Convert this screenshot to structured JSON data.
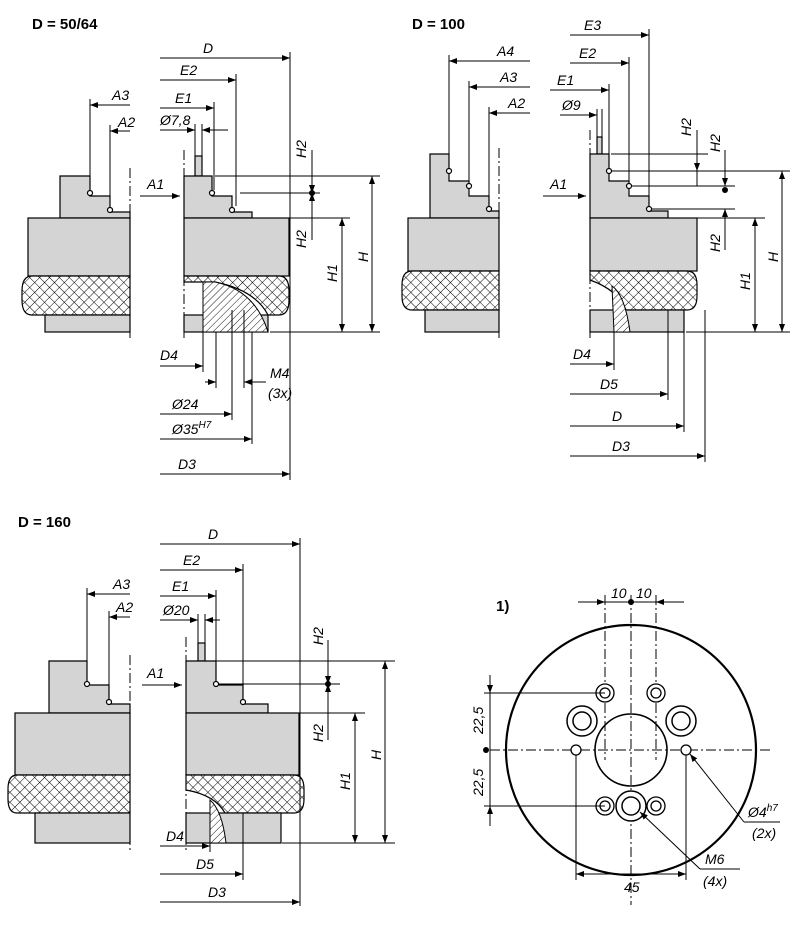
{
  "views": {
    "d50_64": {
      "title": "D = 50/64",
      "labels": {
        "D": "D",
        "E2": "E2",
        "E1": "E1",
        "dia_pin": "Ø7,8",
        "A3": "A3",
        "A2": "A2",
        "A1": "A1",
        "H2_top": "H2",
        "H2_bottom": "H2",
        "H1": "H1",
        "H": "H",
        "D4": "D4",
        "M4": "M4",
        "M4_count": "(3x)",
        "dia24": "Ø24",
        "dia35": "Ø35",
        "dia35_tol": "H7",
        "D3": "D3"
      }
    },
    "d100": {
      "title": "D = 100",
      "labels": {
        "E3": "E3",
        "A4": "A4",
        "E2": "E2",
        "A3": "A3",
        "E1": "E1",
        "A2": "A2",
        "dia_pin": "Ø9",
        "A1": "A1",
        "H2_a": "H2",
        "H2_b": "H2",
        "H2_c": "H2",
        "H1": "H1",
        "H": "H",
        "D4": "D4",
        "D5": "D5",
        "D": "D",
        "D3": "D3"
      }
    },
    "d160": {
      "title": "D = 160",
      "labels": {
        "D": "D",
        "E2": "E2",
        "A3": "A3",
        "E1": "E1",
        "A2": "A2",
        "dia_pin": "Ø20",
        "A1": "A1",
        "H2_top": "H2",
        "H2_bottom": "H2",
        "H1": "H1",
        "H": "H",
        "D4": "D4",
        "D5": "D5",
        "D3": "D3"
      }
    },
    "detail": {
      "title": "1)",
      "labels": {
        "dim10_left": "10",
        "dim10_right": "10",
        "dim22_5_top": "22,5",
        "dim22_5_bottom": "22,5",
        "dia4": "Ø4",
        "dia4_tol": "h7",
        "dia4_count": "(2x)",
        "m6": "M6",
        "m6_count": "(4x)",
        "dim45": "45"
      }
    }
  }
}
